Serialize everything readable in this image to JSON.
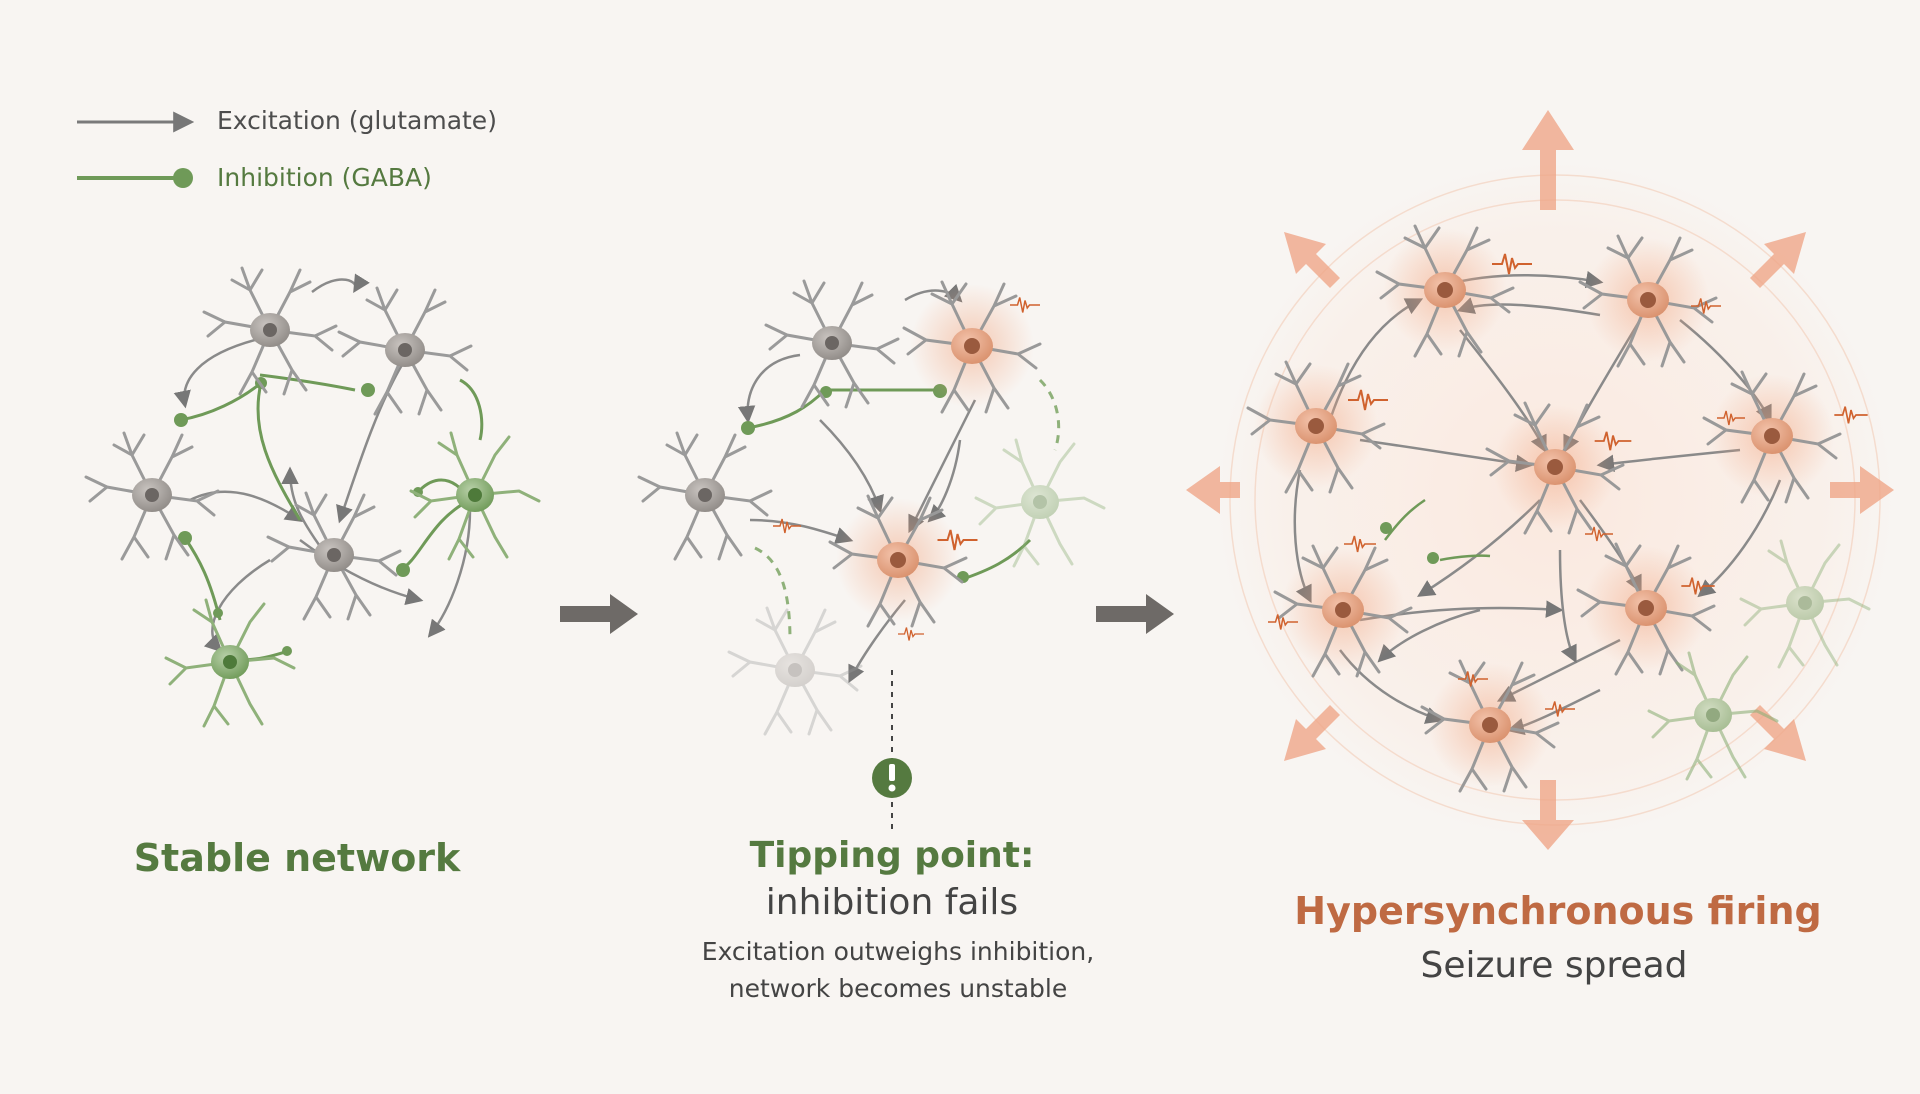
{
  "legend": {
    "excitation_label": "Excitation (glutamate)",
    "inhibition_label": "Inhibition (GABA)"
  },
  "panels": {
    "stable": {
      "title": "Stable network"
    },
    "tipping": {
      "title": "Tipping point:",
      "subtitle": "inhibition fails",
      "description_line1": "Excitation outweighs inhibition,",
      "description_line2": "network becomes unstable"
    },
    "hyper": {
      "title": "Hypersynchronous firing",
      "subtitle": "Seizure spread"
    }
  },
  "colors": {
    "background": "#f8f5f2",
    "excitatory": "#8e8e8e",
    "inhibitory": "#6f9a58",
    "firing": "#e59a78",
    "spike": "#d0622e",
    "title_green": "#557a40",
    "title_orange": "#bf6a43"
  },
  "icons": {
    "excitation_arrow": "arrow-icon",
    "inhibition_terminal": "ball-terminal-icon",
    "transition": "right-arrow-icon",
    "warning": "exclamation-icon"
  }
}
